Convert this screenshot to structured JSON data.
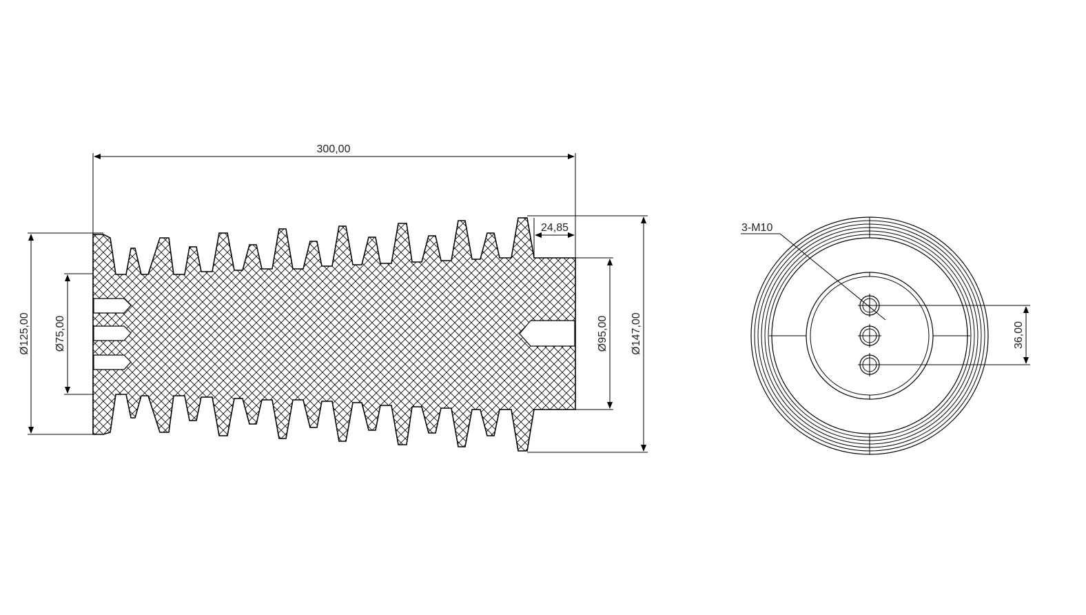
{
  "dimensions": {
    "overall_length": "300,00",
    "end_length": "24,85",
    "dia_left_outer": "Ø125,00",
    "dia_left_inner": "Ø75,00",
    "dia_right_inner": "Ø95,00",
    "dia_right_outer": "Ø147,00",
    "thread_callout": "3-M10",
    "hole_spacing": "36,00"
  }
}
